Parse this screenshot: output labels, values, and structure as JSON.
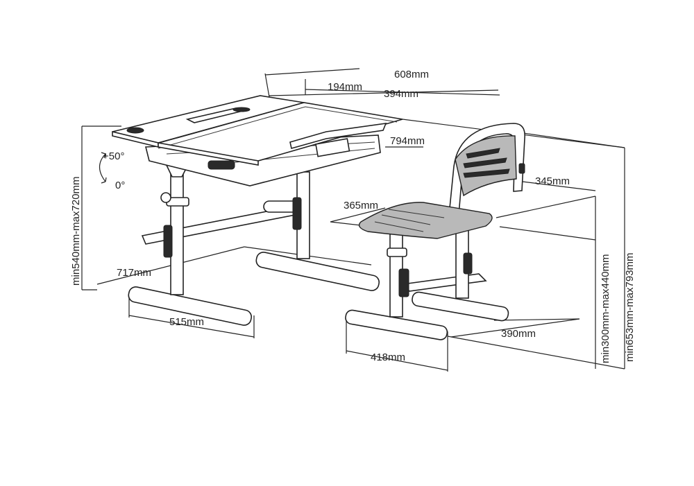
{
  "dimensions": {
    "desk_width_total": "608mm",
    "desk_flat_part": "194mm",
    "desk_tilt_part": "394mm",
    "desk_depth": "794mm",
    "desk_height": "min540mm-max720mm",
    "desk_base_depth": "717mm",
    "desk_base_width": "515mm",
    "chair_back_width": "345mm",
    "chair_seat_width": "365mm",
    "chair_base_width": "418mm",
    "chair_base_depth": "390mm",
    "chair_seat_height": "min300mm-max440mm",
    "chair_back_height": "min653mm-max793mm"
  },
  "angles": {
    "tilt_max": "+50°",
    "tilt_min": "0°"
  },
  "colors": {
    "line": "#222222",
    "frame": "#b9b9b9",
    "dark": "#2a2a2a"
  }
}
